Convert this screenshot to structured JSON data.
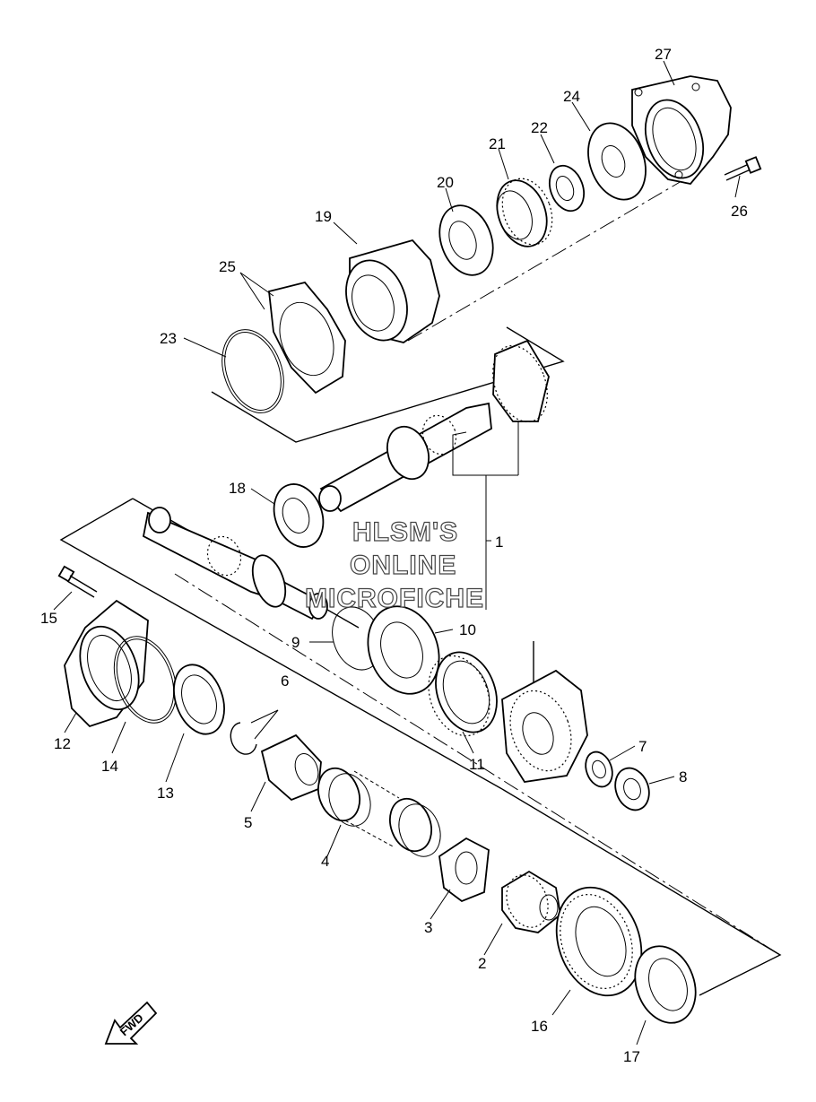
{
  "watermark": {
    "line1": "HLSM'S",
    "line2": "ONLINE",
    "line3": "MICROFICHE"
  },
  "direction_arrow": {
    "label": "FWD"
  },
  "callouts": [
    "1",
    "2",
    "3",
    "4",
    "5",
    "6",
    "7",
    "8",
    "9",
    "10",
    "11",
    "12",
    "13",
    "14",
    "15",
    "16",
    "17",
    "18",
    "19",
    "20",
    "21",
    "22",
    "23",
    "24",
    "25",
    "26",
    "27"
  ]
}
